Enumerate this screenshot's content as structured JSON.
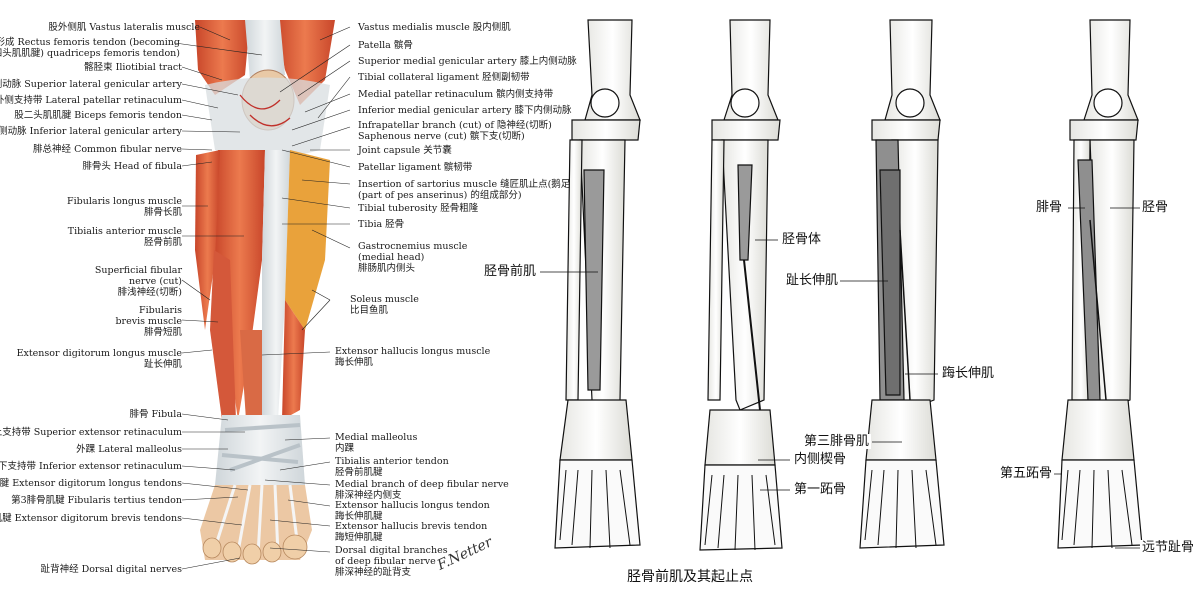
{
  "left_panel": {
    "labels_left": [
      {
        "id": "vastus-lateralis",
        "text": "股外侧肌 Vastus lateralis muscle"
      },
      {
        "id": "rectus-tendon-1",
        "text": "股直肌腱(形成 Rectus femoris tendon (becoming"
      },
      {
        "id": "rectus-tendon-2",
        "text": "股四头肌肌腱) quadriceps femoris tendon)"
      },
      {
        "id": "iliotibial",
        "text": "髂胫束 Iliotibial tract"
      },
      {
        "id": "sup-lat-genicular",
        "text": "膝上外侧动脉 Superior lateral genicular artery"
      },
      {
        "id": "lat-retinaculum",
        "text": "髌外侧支持带 Lateral patellar retinaculum"
      },
      {
        "id": "biceps-tendon",
        "text": "股二头肌肌腱 Biceps femoris tendon"
      },
      {
        "id": "inf-lat-genicular",
        "text": "膝下外侧动脉 Inferior lateral genicular artery"
      },
      {
        "id": "common-fibular",
        "text": "腓总神经 Common fibular nerve"
      },
      {
        "id": "head-fibula",
        "text": "腓骨头 Head of fibula"
      },
      {
        "id": "fib-longus-1",
        "text": "Fibularis longus muscle"
      },
      {
        "id": "fib-longus-2",
        "text": "腓骨长肌"
      },
      {
        "id": "tib-ant-1",
        "text": "Tibialis anterior muscle"
      },
      {
        "id": "tib-ant-2",
        "text": "胫骨前肌"
      },
      {
        "id": "sup-fibular-1",
        "text": "Superficial fibular"
      },
      {
        "id": "sup-fibular-2",
        "text": "nerve (cut)"
      },
      {
        "id": "sup-fibular-3",
        "text": "腓浅神经(切断)"
      },
      {
        "id": "fib-brevis-1",
        "text": "Fibularis"
      },
      {
        "id": "fib-brevis-2",
        "text": "brevis muscle"
      },
      {
        "id": "fib-brevis-3",
        "text": "腓骨短肌"
      },
      {
        "id": "ext-dig-longus-1",
        "text": "Extensor digitorum longus muscle"
      },
      {
        "id": "ext-dig-longus-2",
        "text": "趾长伸肌"
      },
      {
        "id": "fibula",
        "text": "腓骨 Fibula"
      },
      {
        "id": "sup-ext-retinaculum",
        "text": "伸肌上支持带 Superior extensor retinaculum"
      },
      {
        "id": "lat-malleolus",
        "text": "外踝 Lateral malleolus"
      },
      {
        "id": "inf-ext-retinaculum",
        "text": "伸肌下支持带 Inferior extensor retinaculum"
      },
      {
        "id": "edl-tendons",
        "text": "趾长伸肌腱 Extensor digitorum longus tendons"
      },
      {
        "id": "fib-tertius",
        "text": "第3腓骨肌腱 Fibularis tertius tendon"
      },
      {
        "id": "edb-tendons",
        "text": "趾短伸肌腱 Extensor digitorum brevis tendons"
      },
      {
        "id": "dorsal-digital",
        "text": "趾背神经 Dorsal digital nerves"
      }
    ],
    "labels_right": [
      {
        "id": "vastus-medialis",
        "text": "Vastus medialis muscle 股内侧肌"
      },
      {
        "id": "patella",
        "text": "Patella 髌骨"
      },
      {
        "id": "sup-med-genicular",
        "text": "Superior medial genicular artery 膝上内侧动脉"
      },
      {
        "id": "tib-collateral",
        "text": "Tibial collateral ligament 胫侧副韧带"
      },
      {
        "id": "med-retinaculum",
        "text": "Medial patellar retinaculum 髌内侧支持带"
      },
      {
        "id": "inf-med-genicular",
        "text": "Inferior medial genicular artery 膝下内侧动脉"
      },
      {
        "id": "infrapatellar-1",
        "text": "Infrapatellar branch (cut) of 隐神经(切断)"
      },
      {
        "id": "infrapatellar-2",
        "text": "Saphenous nerve (cut)         髌下支(切断)"
      },
      {
        "id": "joint-capsule",
        "text": "Joint capsule 关节囊"
      },
      {
        "id": "patellar-lig",
        "text": "Patellar ligament 髌韧带"
      },
      {
        "id": "sartorius-1",
        "text": "Insertion of sartorius muscle   缝匠肌止点(鹅足"
      },
      {
        "id": "sartorius-2",
        "text": "(part of pes anserinus)         的组成部分)"
      },
      {
        "id": "tib-tuberosity",
        "text": "Tibial tuberosity 胫骨粗隆"
      },
      {
        "id": "tibia",
        "text": "Tibia 胫骨"
      },
      {
        "id": "gastroc-1",
        "text": "Gastrocnemius muscle"
      },
      {
        "id": "gastroc-2",
        "text": "(medial head)"
      },
      {
        "id": "gastroc-3",
        "text": "腓肠肌内侧头"
      },
      {
        "id": "soleus-1",
        "text": "Soleus muscle"
      },
      {
        "id": "soleus-2",
        "text": "比目鱼肌"
      },
      {
        "id": "ehl-muscle-1",
        "text": "Extensor hallucis longus muscle"
      },
      {
        "id": "ehl-muscle-2",
        "text": "踇长伸肌"
      },
      {
        "id": "med-malleolus-1",
        "text": "Medial malleolus"
      },
      {
        "id": "med-malleolus-2",
        "text": "内踝"
      },
      {
        "id": "tib-ant-tendon-1",
        "text": "Tibialis anterior tendon"
      },
      {
        "id": "tib-ant-tendon-2",
        "text": "胫骨前肌腱"
      },
      {
        "id": "deep-fibular-1",
        "text": "Medial branch of deep fibular nerve"
      },
      {
        "id": "deep-fibular-2",
        "text": "腓深神经内侧支"
      },
      {
        "id": "ehl-tendon-1",
        "text": "Extensor hallucis longus tendon"
      },
      {
        "id": "ehl-tendon-2",
        "text": "踇长伸肌腱"
      },
      {
        "id": "ehb-tendon-1",
        "text": "Extensor hallucis brevis tendon"
      },
      {
        "id": "ehb-tendon-2",
        "text": "踇短伸肌腱"
      },
      {
        "id": "dorsal-branches-1",
        "text": "Dorsal digital branches"
      },
      {
        "id": "dorsal-branches-2",
        "text": "of deep fibular nerve"
      },
      {
        "id": "dorsal-branches-3",
        "text": "腓深神经的趾背支"
      }
    ]
  },
  "right_panel": {
    "labels": {
      "tibialis_anterior": "胫骨前肌",
      "tibia_shaft": "胫骨体",
      "edl": "趾长伸肌",
      "ehl": "踇长伸肌",
      "fibularis_tertius": "第三腓骨肌",
      "medial_cuneiform": "内侧楔骨",
      "first_metatarsal": "第一跖骨",
      "fibula": "腓骨",
      "tibia": "胫骨",
      "fifth_metatarsal": "第五跖骨",
      "distal_phalanx": "远节趾骨"
    },
    "caption": "胫骨前肌及其起止点"
  },
  "colors": {
    "muscle": "#e0613a",
    "muscle_dark": "#c8462a",
    "tendon": "#e8ecef",
    "bone": "#fdfdfb",
    "line": "#1a1a1a"
  }
}
